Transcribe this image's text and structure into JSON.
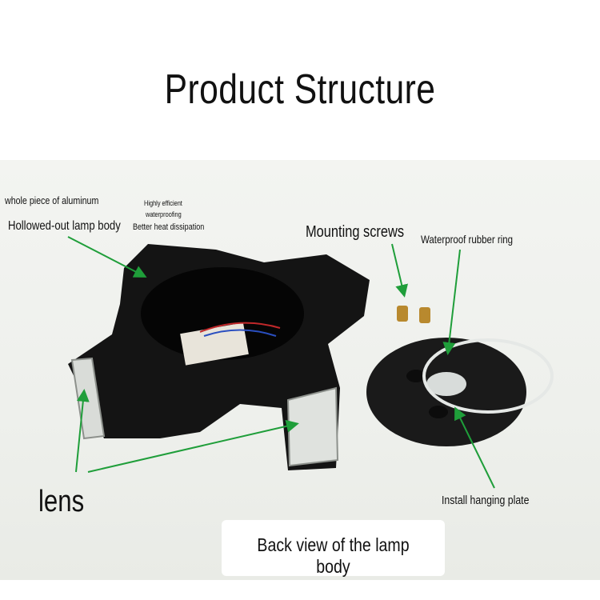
{
  "title": "Product Structure",
  "labels": {
    "aluminum": "whole piece of aluminum",
    "lamp_body": "Hollowed-out lamp body",
    "efficient": "Highly efficient",
    "waterproofing": "waterproofing",
    "heat": "Better heat dissipation",
    "screws": "Mounting screws",
    "rubber_ring": "Waterproof rubber ring",
    "lens": "lens",
    "hanging_plate": "Install hanging plate"
  },
  "caption": "Back view of the lamp body",
  "colors": {
    "arrow": "#1f9e3a",
    "body": "#141414"
  }
}
